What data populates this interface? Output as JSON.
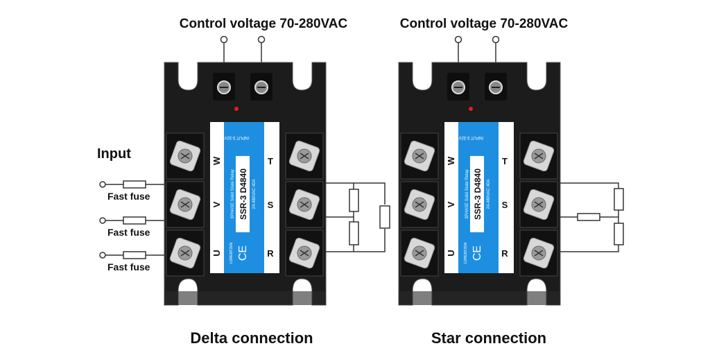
{
  "top_labels": [
    "Control voltage 70-280VAC",
    "Control voltage 70-280VAC"
  ],
  "input_label": "Input",
  "fuse_labels": [
    "Fast fuse",
    "Fast fuse",
    "Fast fuse"
  ],
  "captions": [
    "Delta connection",
    "Star connection"
  ],
  "relay": {
    "model": "SSR-3  D4840",
    "subtitle": "3PHASE  Solid State Relay",
    "rating": "24-480VAC  40A",
    "input": "INPUT  3-32VDC",
    "brand": "LORENTZEN",
    "ce": "CE",
    "load_terminals": [
      "U",
      "V",
      "W"
    ],
    "line_terminals": [
      "R",
      "S",
      "T"
    ]
  },
  "colors": {
    "body": "#1c1c1c",
    "label": "#1e8fe0",
    "wire": "#333333"
  }
}
